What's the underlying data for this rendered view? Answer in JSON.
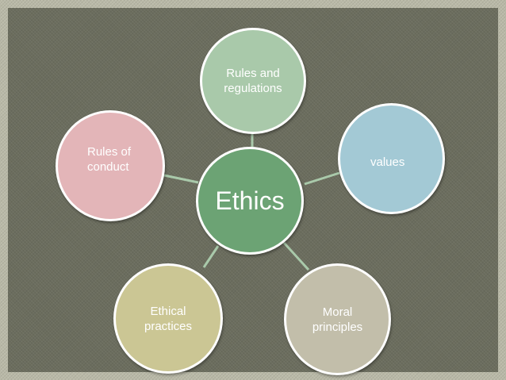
{
  "diagram": {
    "center": {
      "label": "Ethics",
      "color": "#6ca374"
    },
    "nodes": [
      {
        "id": "top",
        "label": "Rules and\nregulations",
        "color": "#a9c9aa"
      },
      {
        "id": "values",
        "label": "values",
        "color": "#a3c9d5"
      },
      {
        "id": "moral",
        "label": "Moral\nprinciples",
        "color": "#c2beaa"
      },
      {
        "id": "ethical",
        "label": "Ethical\npractices",
        "color": "#cbc694"
      },
      {
        "id": "conduct",
        "label": "Rules of\nconduct",
        "color": "#e3b5b8"
      }
    ],
    "connector_color": "#a9c9aa",
    "background_color": "#6b6d5e",
    "border_color": "#b9b9a7"
  }
}
